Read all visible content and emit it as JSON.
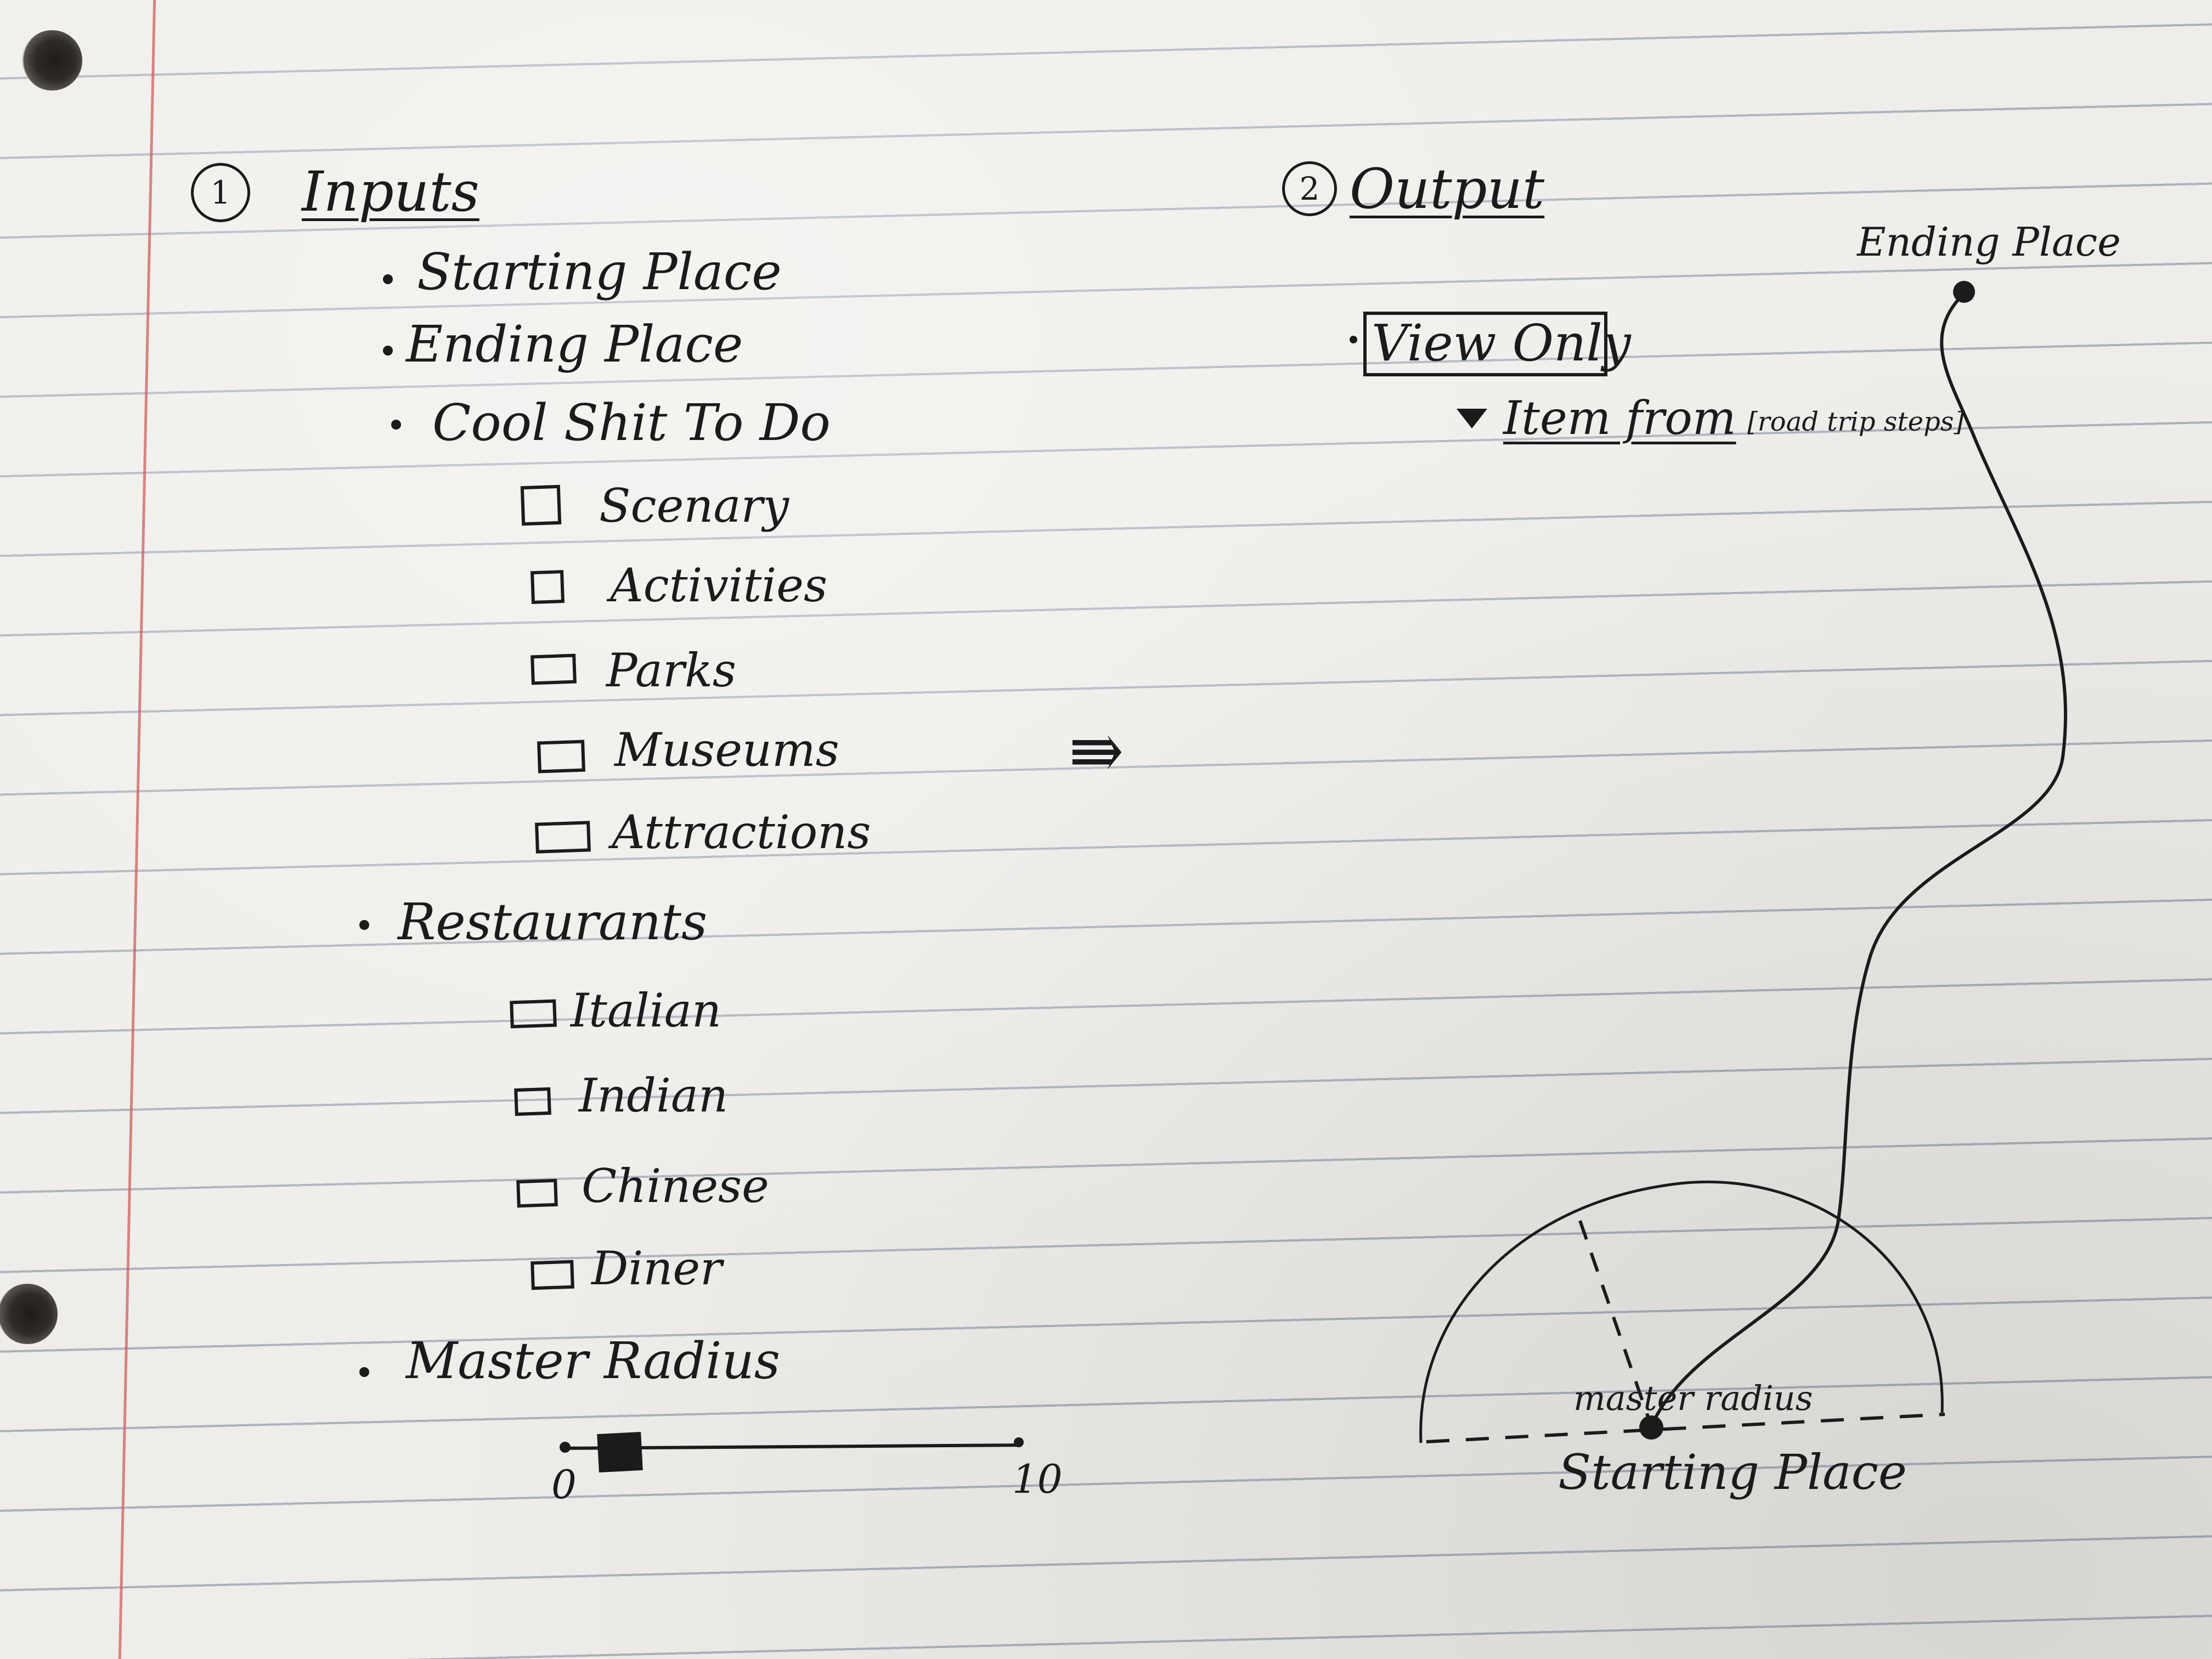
{
  "inputs": {
    "number": "1",
    "heading": "Inputs",
    "starting_place": "Starting Place",
    "ending_place": "Ending Place",
    "cool_stuff": "Cool Shit To Do",
    "categories": [
      "Scenary",
      "Activities",
      "Parks",
      "Museums",
      "Attractions"
    ],
    "restaurants_label": "Restaurants",
    "cuisines": [
      "Italian",
      "Indian",
      "Chinese",
      "Diner"
    ],
    "radius_label": "Master Radius",
    "slider": {
      "min_label": "0",
      "max_label": "10",
      "value": 1.2
    }
  },
  "arrow": "⇛",
  "output": {
    "number": "2",
    "heading": "Output",
    "view_only": "View Only",
    "dropdown_item": "Item from",
    "dropdown_source": "[road trip steps]",
    "map": {
      "ending_place": "Ending Place",
      "starting_place": "Starting Place",
      "radius_label": "master radius"
    }
  }
}
